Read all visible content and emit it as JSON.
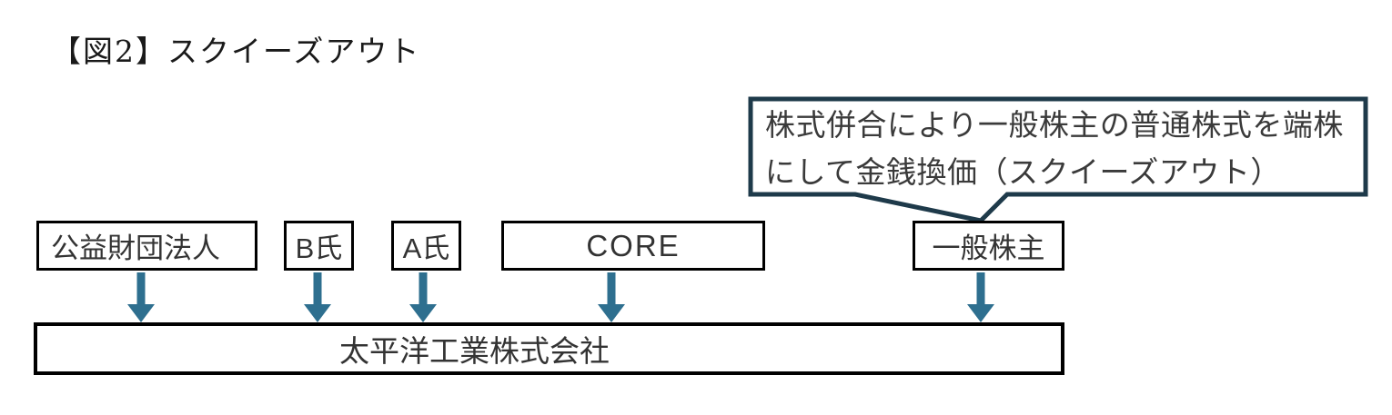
{
  "figure": {
    "title": "【図2】スクイーズアウト"
  },
  "callout": {
    "text": "株式併合により一般株主の普通株式を端株にして金銭換価（スクイーズアウト）"
  },
  "shareholders": [
    {
      "label": "公益財団法人"
    },
    {
      "label": "B氏"
    },
    {
      "label": "A氏"
    },
    {
      "label": "CORE"
    },
    {
      "label": "一般株主"
    }
  ],
  "company": {
    "label": "太平洋工業株式会社"
  },
  "colors": {
    "arrow": "#2E6F8F",
    "callout_border": "#1E3A4A",
    "box_border": "#000000",
    "background": "#FFFFFF"
  }
}
